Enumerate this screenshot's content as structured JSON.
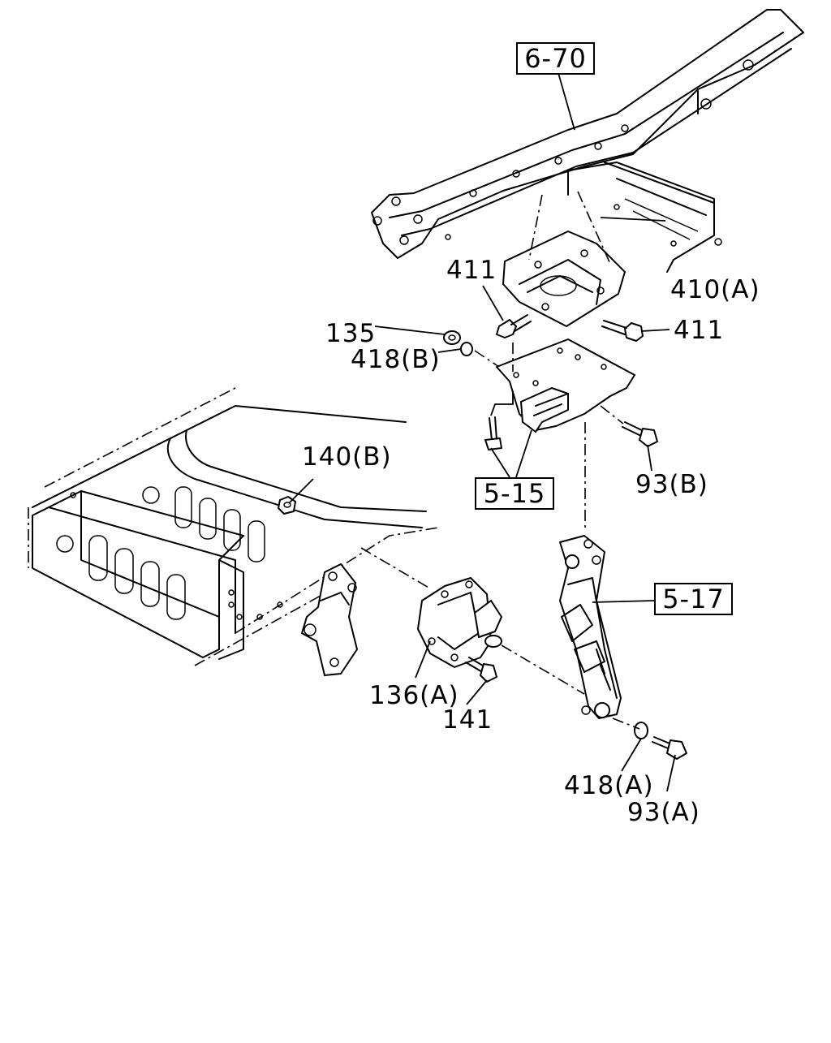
{
  "diagram": {
    "ref_boxes": {
      "ref_6_70": "6-70",
      "ref_5_15": "5-15",
      "ref_5_17": "5-17"
    },
    "labels": {
      "l_411_a": "411",
      "l_410a": "410(A)",
      "l_411_b": "411",
      "l_135": "135",
      "l_418b": "418(B)",
      "l_140b": "140(B)",
      "l_93b": "93(B)",
      "l_136a": "136(A)",
      "l_141": "141",
      "l_418a": "418(A)",
      "l_93a": "93(A)"
    }
  }
}
